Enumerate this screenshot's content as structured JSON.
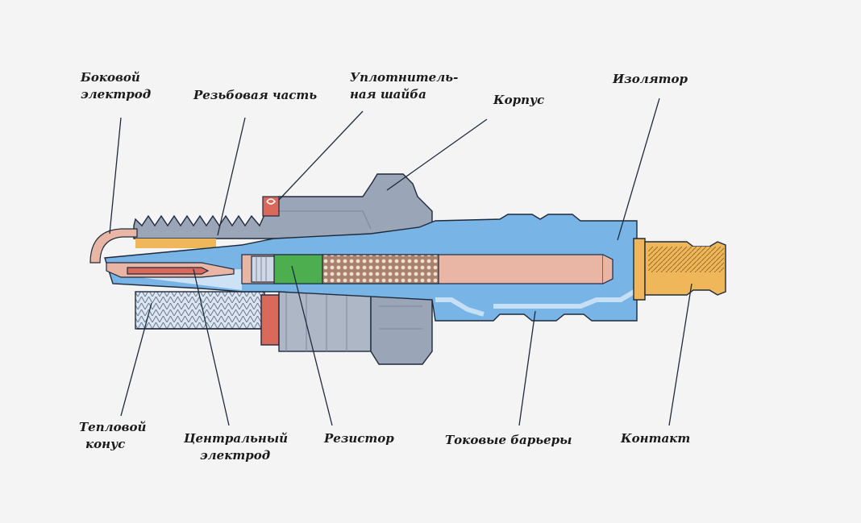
{
  "labels": {
    "side_electrode": {
      "line1": "Боковой",
      "line2": "электрод"
    },
    "thread": {
      "line1": "Резьбовая часть"
    },
    "gasket": {
      "line1": "Уплотнитель-",
      "line2": "ная шайба"
    },
    "body": {
      "line1": "Корпус"
    },
    "insulator": {
      "line1": "Изолятор"
    },
    "heat_cone": {
      "line1": "Тепловой",
      "line2": "конус"
    },
    "center_electrode": {
      "line1": "Центральный",
      "line2": "электрод"
    },
    "resistor": {
      "line1": "Резистор"
    },
    "current_barriers": {
      "line1": "Токовые барьеры"
    },
    "contact": {
      "line1": "Контакт"
    }
  },
  "colors": {
    "insulator": "#79b4e6",
    "insulator_light": "#cde3f5",
    "metal": "#9aa5b8",
    "metal_dark": "#7c889c",
    "terminal": "#efb75a",
    "resistor": "#4dae4f",
    "gasket": "#d9695b",
    "electrode": "#e9b5a4",
    "outline": "#1e2a3c"
  }
}
